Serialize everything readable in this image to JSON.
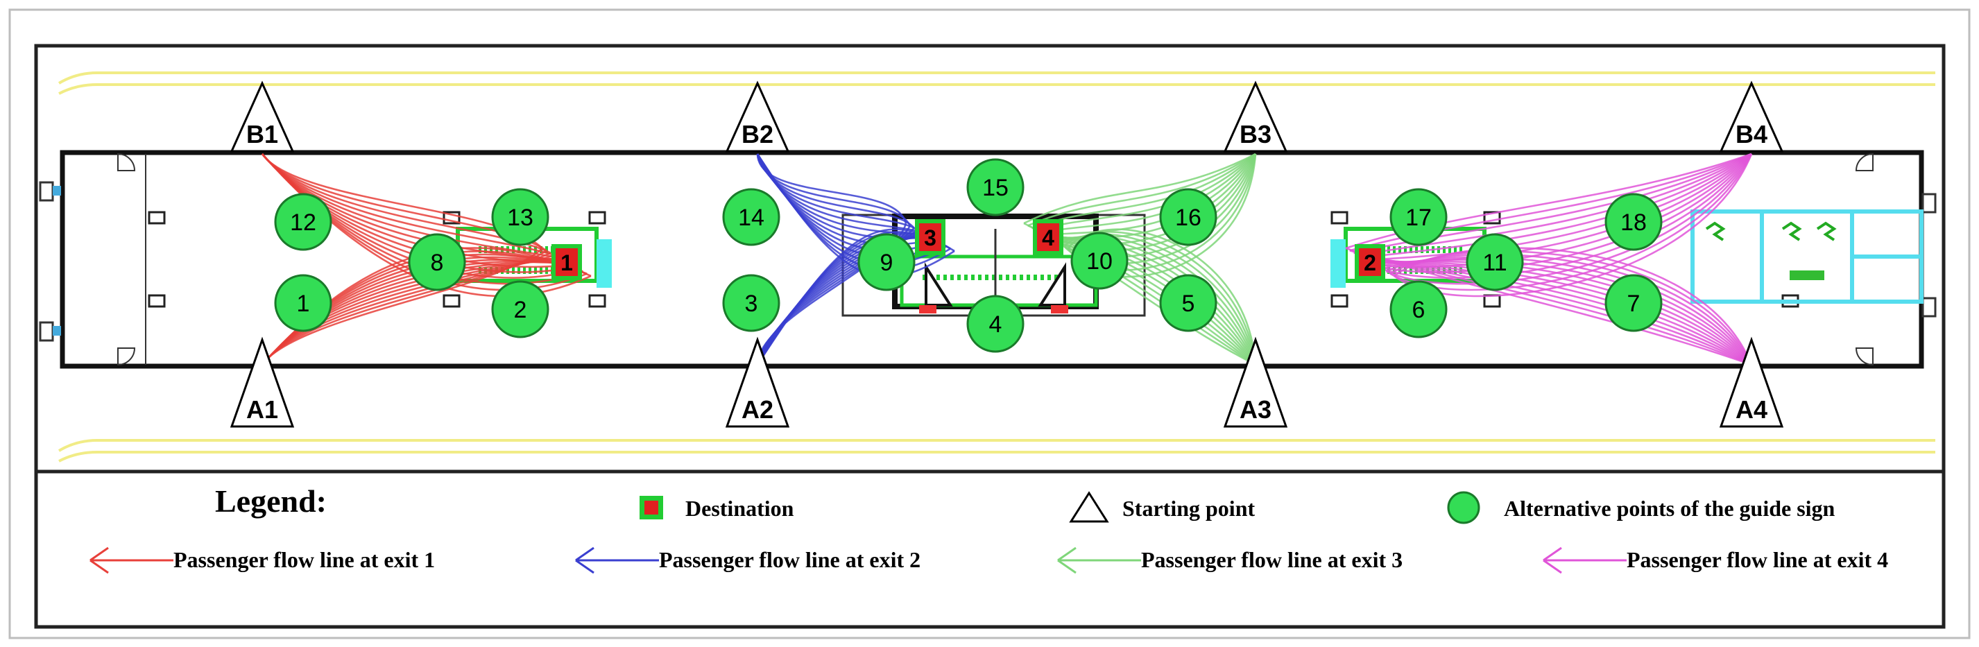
{
  "starting_points": [
    {
      "label": "B1",
      "exit": 1
    },
    {
      "label": "B2",
      "exit": 2
    },
    {
      "label": "B3",
      "exit": 3
    },
    {
      "label": "B4",
      "exit": 4
    },
    {
      "label": "A1",
      "exit": 1
    },
    {
      "label": "A2",
      "exit": 2
    },
    {
      "label": "A3",
      "exit": 3
    },
    {
      "label": "A4",
      "exit": 4
    }
  ],
  "guide_points": [
    "1",
    "2",
    "3",
    "4",
    "5",
    "6",
    "7",
    "8",
    "9",
    "10",
    "11",
    "12",
    "13",
    "14",
    "15",
    "16",
    "17",
    "18"
  ],
  "destinations": [
    "1",
    "2",
    "3",
    "4"
  ],
  "legend": {
    "title": "Legend:",
    "destination": "Destination",
    "starting_point": "Starting point",
    "alternative_points": "Alternative points of the guide sign",
    "flow_lines": [
      {
        "label": "Passenger flow line at exit 1",
        "color": "#e8403a"
      },
      {
        "label": "Passenger flow line at exit 2",
        "color": "#3a3fd0"
      },
      {
        "label": "Passenger flow line at exit 3",
        "color": "#7fd67a"
      },
      {
        "label": "Passenger flow line at exit 4",
        "color": "#e055d8"
      }
    ]
  },
  "colors": {
    "guide_fill": "#33dd55",
    "guide_stroke": "#1a7a2a",
    "destination_fill": "#e02020",
    "destination_border": "#22cc33",
    "road_line": "#f3ee8a",
    "room_outline": "#55ddee"
  }
}
